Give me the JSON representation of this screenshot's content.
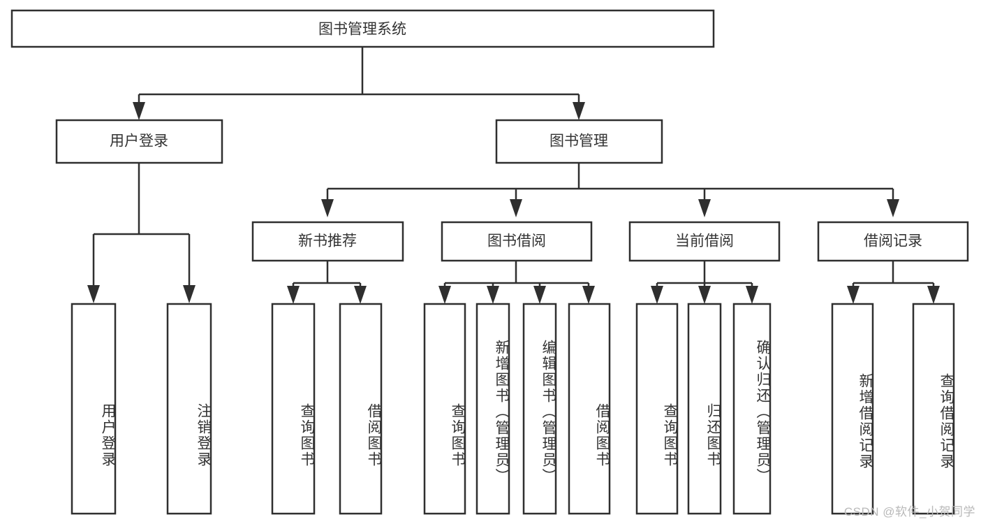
{
  "diagram": {
    "type": "tree",
    "title": "图书管理系统",
    "watermark": "CSDN @软件_小贺同学",
    "colors": {
      "background": "#ffffff",
      "box_fill": "#ffffff",
      "box_stroke": "#2f2f2f",
      "text": "#333333",
      "watermark": "#b9b9b9"
    },
    "root": {
      "label": "图书管理系统",
      "orientation": "horizontal"
    },
    "level2": [
      {
        "label": "用户登录",
        "orientation": "horizontal"
      },
      {
        "label": "图书管理",
        "orientation": "horizontal"
      }
    ],
    "level3": [
      {
        "label": "新书推荐",
        "orientation": "horizontal",
        "parent": "图书管理"
      },
      {
        "label": "图书借阅",
        "orientation": "horizontal",
        "parent": "图书管理"
      },
      {
        "label": "当前借阅",
        "orientation": "horizontal",
        "parent": "图书管理"
      },
      {
        "label": "借阅记录",
        "orientation": "horizontal",
        "parent": "图书管理"
      }
    ],
    "leaves": {
      "用户登录": [
        {
          "label": "用户登录",
          "orientation": "vertical"
        },
        {
          "label": "注销登录",
          "orientation": "vertical"
        }
      ],
      "新书推荐": [
        {
          "label": "查询图书",
          "orientation": "vertical"
        },
        {
          "label": "借阅图书",
          "orientation": "vertical"
        }
      ],
      "图书借阅": [
        {
          "label": "查询图书",
          "orientation": "vertical"
        },
        {
          "label": "新增图书（管理员）",
          "orientation": "vertical"
        },
        {
          "label": "编辑图书（管理员）",
          "orientation": "vertical"
        },
        {
          "label": "借阅图书",
          "orientation": "vertical"
        }
      ],
      "当前借阅": [
        {
          "label": "查询图书",
          "orientation": "vertical"
        },
        {
          "label": "归还图书",
          "orientation": "vertical"
        },
        {
          "label": "确认归还（管理员）",
          "orientation": "vertical"
        }
      ],
      "借阅记录": [
        {
          "label": "新增借阅记录",
          "orientation": "vertical"
        },
        {
          "label": "查询借阅记录",
          "orientation": "vertical"
        }
      ]
    }
  }
}
